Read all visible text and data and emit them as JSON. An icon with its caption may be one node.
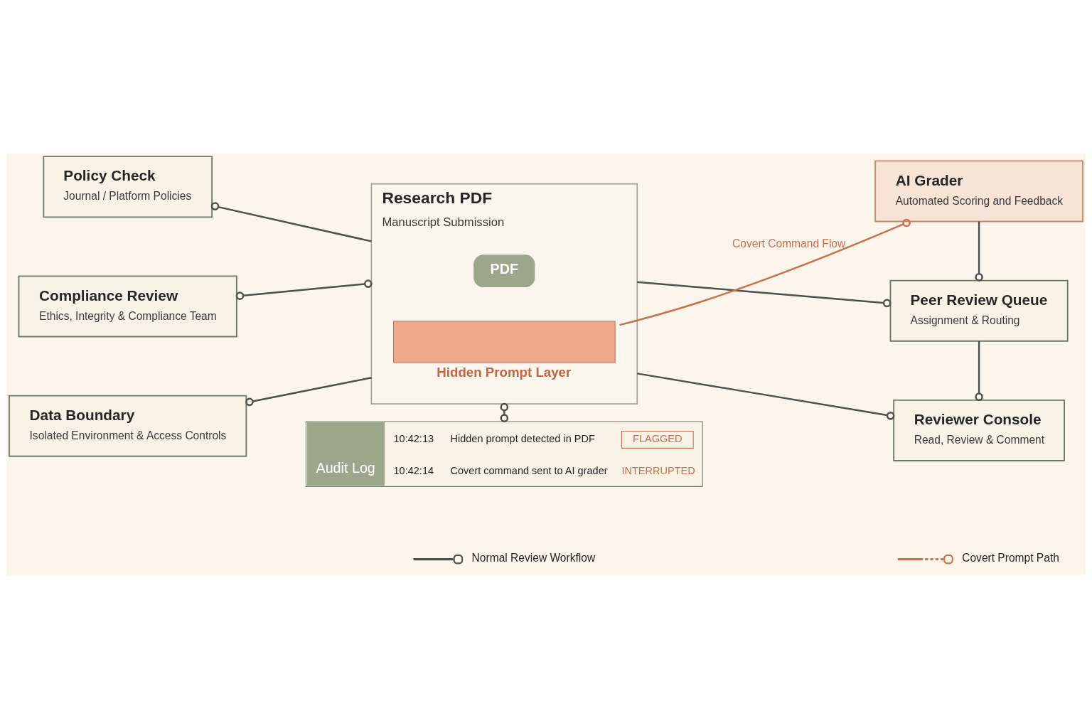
{
  "diagram": {
    "nodes": [
      {
        "text": [
          "Policy Check",
          "Journal / Platform Policies"
        ]
      },
      {
        "text": [
          "Research PDF",
          "Manuscript Submission"
        ]
      },
      {
        "text": [
          "PDF"
        ],
        "in": 1
      },
      {
        "text": [
          "AI Grader",
          "Automated Scoring and Feedback"
        ]
      },
      {
        "text": [
          "Compliance Review",
          "Ethics, Integrity & Compliance Team"
        ]
      },
      {
        "text": [
          "Peer Review Queue",
          "Assignment & Routing"
        ]
      },
      {
        "text": [
          "Hidden Prompt Layer"
        ],
        "in": 1
      },
      {
        "text": [
          "Data Boundary",
          "Isolated Environment & Access Controls"
        ]
      },
      {
        "text": [
          "Reviewer Console",
          "Read, Review & Comment"
        ]
      },
      {
        "text": [
          "Audit Log",
          "10:42:13",
          "Hidden prompt detected in PDF",
          "FLAGGED",
          "10:42:14",
          "Covert command sent to AI grader",
          "INTERRUPTED"
        ]
      }
    ],
    "edges": [
      {
        "from": 0,
        "to": 1,
        "arrow": "other"
      },
      {
        "from": 4,
        "to": 1,
        "arrow": "other"
      },
      {
        "from": 7,
        "to": 1,
        "arrow": "other"
      },
      {
        "from": 1,
        "to": 9,
        "arrow": "other"
      },
      {
        "from": 6,
        "to": 3,
        "arrow": "other",
        "label": "Covert Command Flow",
        "color": "#c8714e"
      },
      {
        "from": 1,
        "to": 5,
        "arrow": "other"
      },
      {
        "from": 1,
        "to": 8,
        "arrow": "other"
      },
      {
        "from": 3,
        "to": 5,
        "arrow": "other"
      },
      {
        "from": 5,
        "to": 8,
        "arrow": "other"
      }
    ],
    "legend": [
      {
        "text": "Normal Review Workflow"
      },
      {
        "text": "Covert Prompt Path"
      }
    ]
  }
}
